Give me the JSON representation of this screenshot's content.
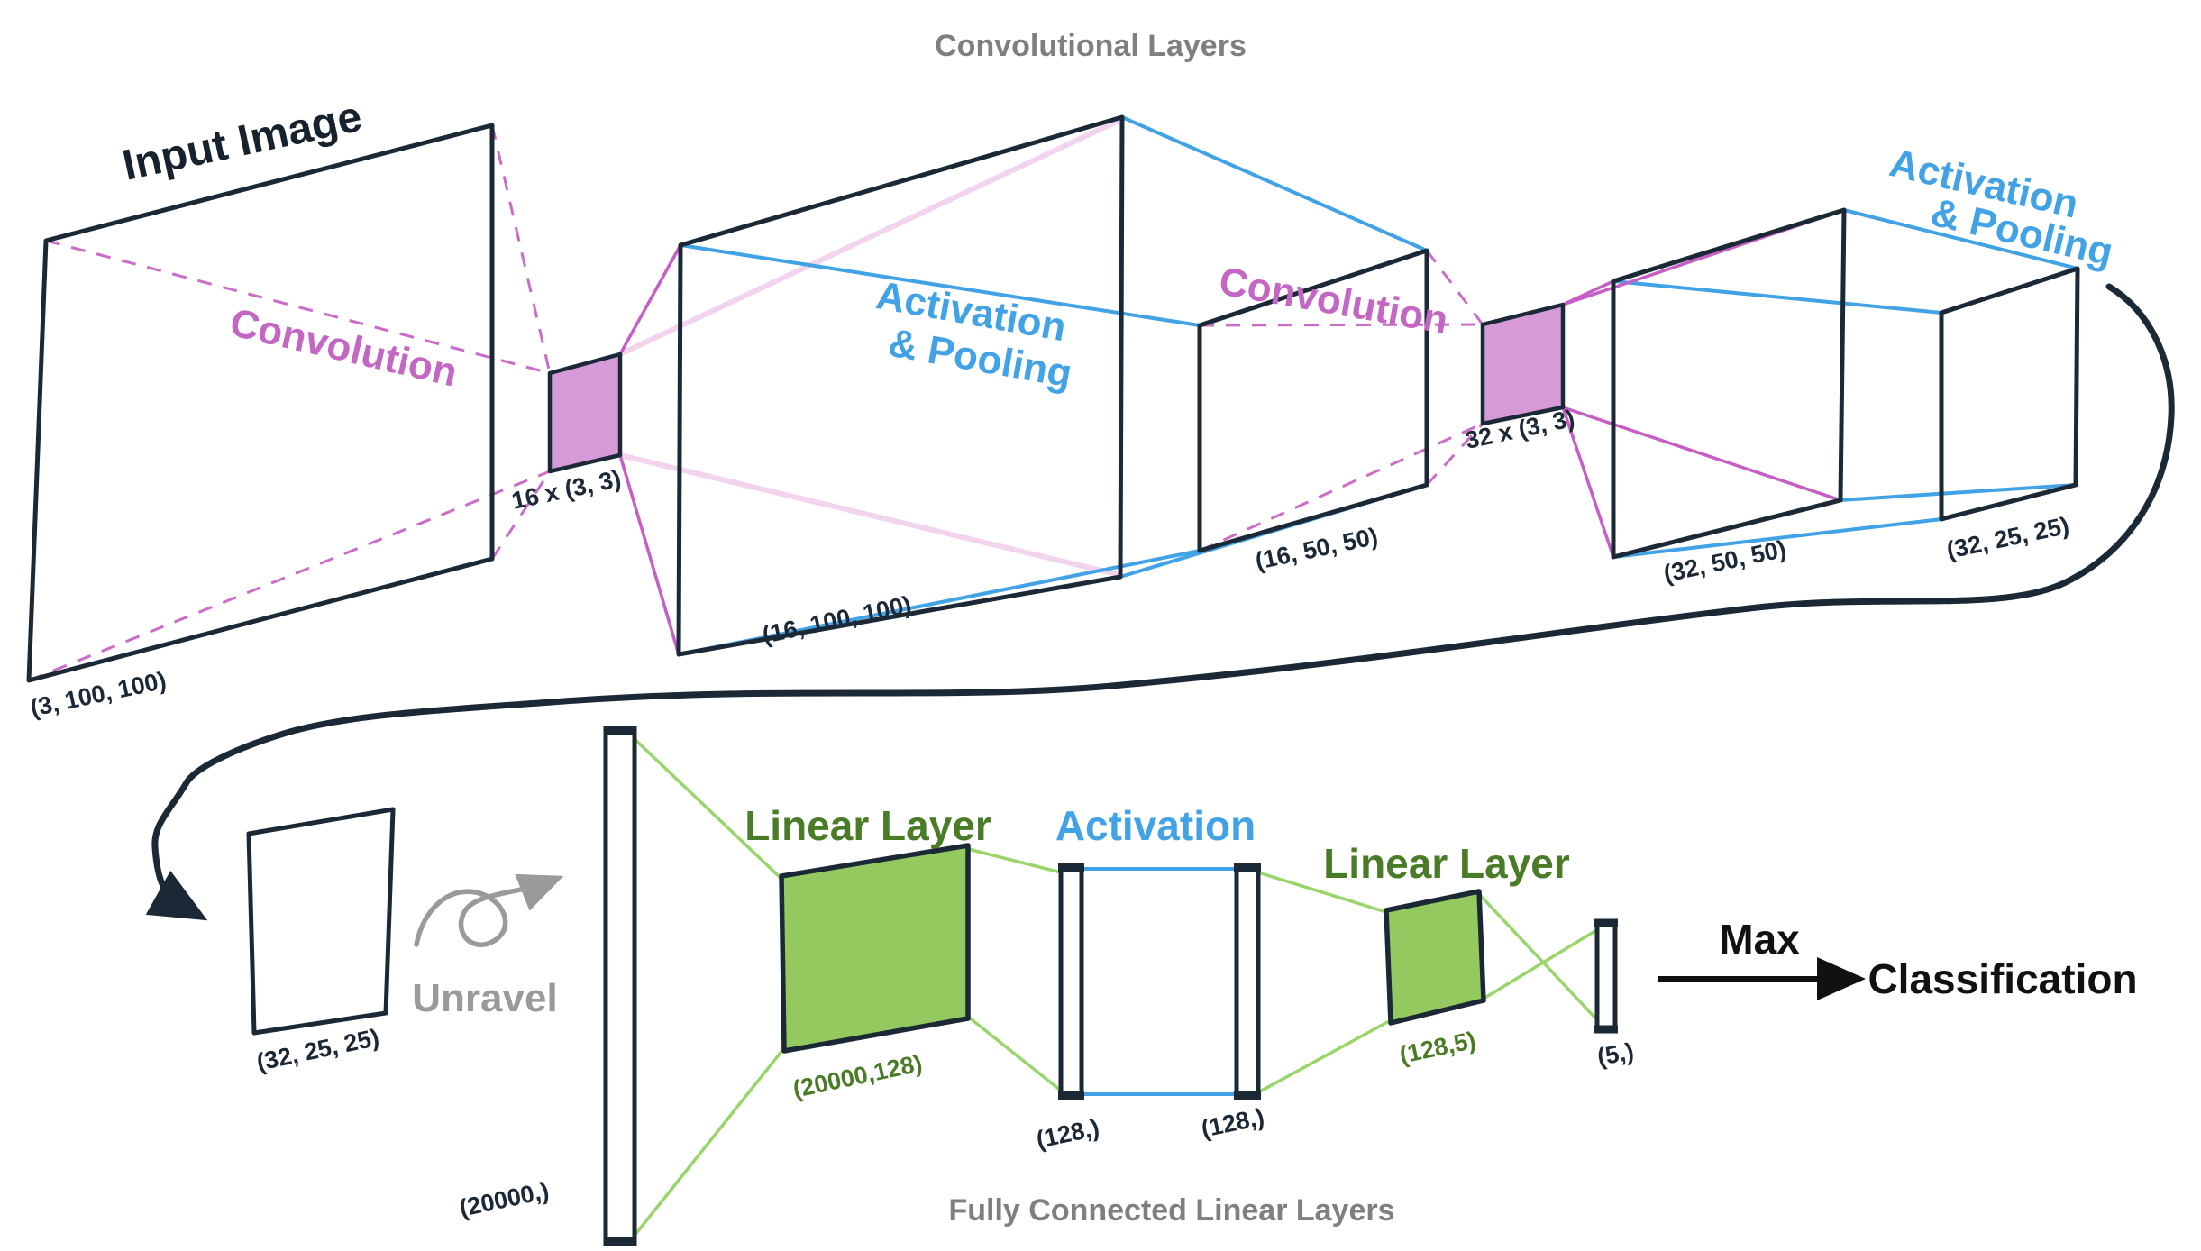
{
  "titles": {
    "top": "Convolutional Layers",
    "bottom": "Fully Connected Linear Layers"
  },
  "colors": {
    "ink": "#1b2836",
    "magenta": "#c55ec5",
    "magenta_dashed": "#cb6cc9",
    "magenta_pale": "#f2d4ef",
    "kernel_fill": "#d79ad8",
    "blue": "#41a2e6",
    "green_line": "#9ad56b",
    "green_fill": "#94c95f",
    "green_text": "#4a7c28",
    "gray_title": "#7f7f7f",
    "gray_label": "#9a9a9a",
    "black": "#111111"
  },
  "conv": {
    "input_title": "Input Image",
    "input_dims": "(3, 100, 100)",
    "convolution1": "Convolution",
    "kernel1": "16 x (3, 3)",
    "conv1_dims": "(16, 100, 100)",
    "actpool1_line1": "Activation",
    "actpool1_line2": "& Pooling",
    "pool1_dims": "(16, 50, 50)",
    "convolution2": "Convolution",
    "kernel2": "32 x (3, 3)",
    "conv2_dims": "(32, 50, 50)",
    "actpool2_line1": "Activation",
    "actpool2_line2": "& Pooling",
    "pool2_dims": "(32, 25, 25)"
  },
  "fc": {
    "unravel_in_dims": "(32, 25, 25)",
    "unravel": "Unravel",
    "flat_dims": "(20000,)",
    "linear1": "Linear Layer",
    "linear1_dims": "(20000,128)",
    "activation": "Activation",
    "act_in_dims": "(128,)",
    "act_out_dims": "(128,)",
    "linear2": "Linear Layer",
    "linear2_dims": "(128,5)",
    "out_dims": "(5,)",
    "max": "Max",
    "classification": "Classification"
  }
}
